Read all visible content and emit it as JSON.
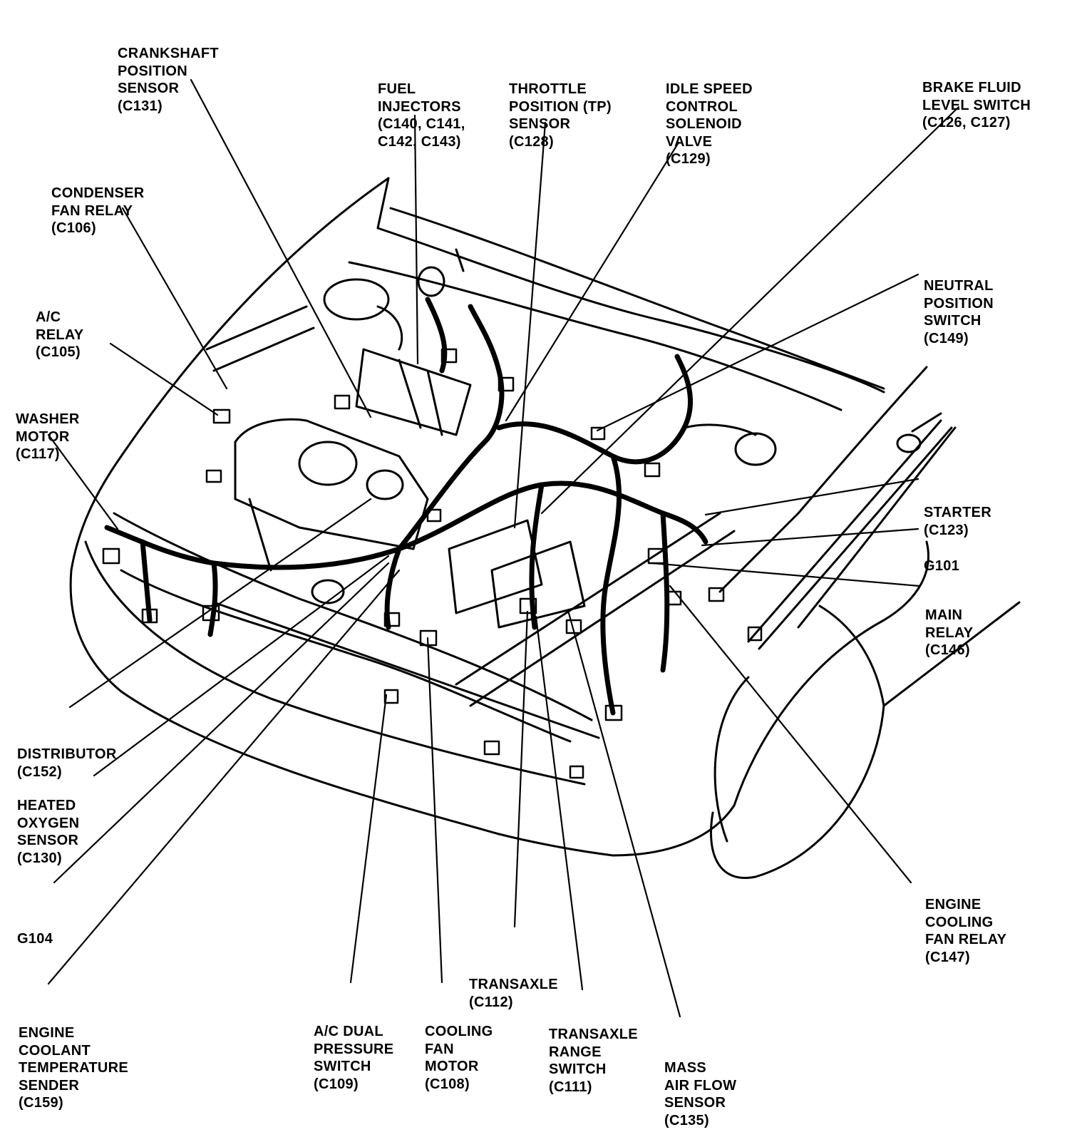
{
  "colors": {
    "ink": "#000000",
    "paper": "#ffffff"
  },
  "labels": {
    "crankshaft_position_sensor": [
      "CRANKSHAFT",
      "POSITION",
      "SENSOR",
      "(C131)"
    ],
    "fuel_injectors": [
      "FUEL",
      "INJECTORS",
      "(C140, C141,",
      "C142, C143)"
    ],
    "throttle_position_sensor": [
      "THROTTLE",
      "POSITION (TP)",
      "SENSOR",
      "(C128)"
    ],
    "idle_speed_control_solenoid_valve": [
      "IDLE SPEED",
      "CONTROL",
      "SOLENOID",
      "VALVE",
      "(C129)"
    ],
    "brake_fluid_level_switch": [
      "BRAKE FLUID",
      "LEVEL SWITCH",
      "(C126, C127)"
    ],
    "condenser_fan_relay": [
      "CONDENSER",
      "FAN RELAY",
      "(C106)"
    ],
    "neutral_position_switch": [
      "NEUTRAL",
      "POSITION",
      "SWITCH",
      "(C149)"
    ],
    "ac_relay": [
      "A/C",
      "RELAY",
      "(C105)"
    ],
    "washer_motor": [
      "WASHER",
      "MOTOR",
      "(C117)"
    ],
    "starter": [
      "STARTER",
      "(C123)"
    ],
    "g101": [
      "G101"
    ],
    "main_relay": [
      "MAIN",
      "RELAY",
      "(C146)"
    ],
    "distributor": [
      "DISTRIBUTOR",
      "(C152)"
    ],
    "heated_oxygen_sensor": [
      "HEATED",
      "OXYGEN",
      "SENSOR",
      "(C130)"
    ],
    "engine_cooling_fan_relay": [
      "ENGINE",
      "COOLING",
      "FAN RELAY",
      "(C147)"
    ],
    "g104": [
      "G104"
    ],
    "transaxle": [
      "TRANSAXLE",
      "(C112)"
    ],
    "engine_coolant_temperature_sender": [
      "ENGINE",
      "COOLANT",
      "TEMPERATURE",
      "SENDER",
      "(C159)"
    ],
    "ac_dual_pressure_switch": [
      "A/C DUAL",
      "PRESSURE",
      "SWITCH",
      "(C109)"
    ],
    "cooling_fan_motor": [
      "COOLING",
      "FAN",
      "MOTOR",
      "(C108)"
    ],
    "transaxle_range_switch": [
      "TRANSAXLE",
      "RANGE",
      "SWITCH",
      "(C111)"
    ],
    "mass_air_flow_sensor": [
      "MASS",
      "AIR FLOW",
      "SENSOR",
      "(C135)"
    ]
  }
}
